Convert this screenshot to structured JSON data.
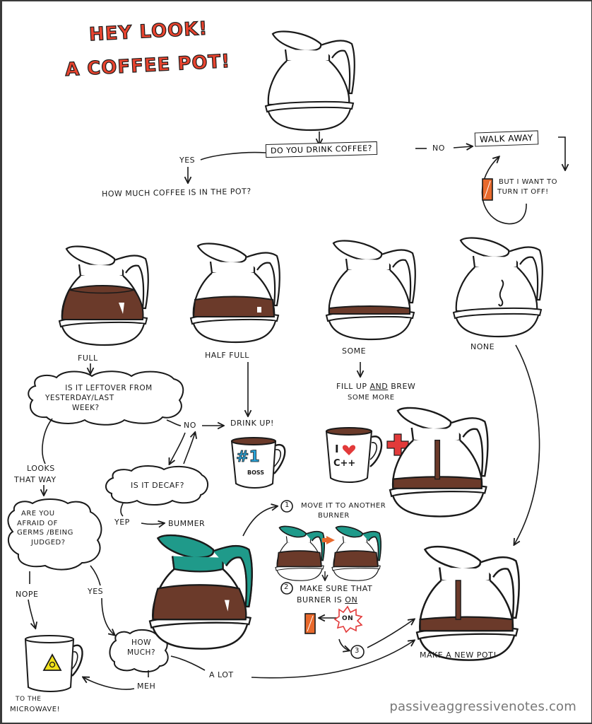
{
  "title": {
    "line1": "Hey Look!",
    "line2": "A Coffee Pot!",
    "color": "#e8442f"
  },
  "start": {
    "question": "Do you drink coffee?",
    "no_label": "No",
    "yes_label": "Yes",
    "walk_away": "Walk away",
    "turn_off_line1": "But I want to",
    "turn_off_line2": "turn it off!",
    "next_question": "How much coffee is in the pot?"
  },
  "levels": [
    {
      "label": "Full"
    },
    {
      "label": "Half full"
    },
    {
      "label": "Some"
    },
    {
      "label": "None"
    }
  ],
  "full_branch": {
    "leftover_q_line1": "Is it leftover from",
    "leftover_q_line2": "yesterday/last",
    "leftover_q_line3": "week?",
    "no_label": "No",
    "drink_up": "Drink up!",
    "mug_number": "#1",
    "mug_text": "Boss",
    "decaf_q": "Is it decaf?",
    "yep_label": "Yep",
    "bummer": "Bummer",
    "looks_line1": "Looks",
    "looks_line2": "that way",
    "germs_line1": "Are you",
    "germs_line2": "afraid of",
    "germs_line3": "germs /being",
    "germs_line4": "judged?",
    "nope_label": "Nope",
    "yes_label": "Yes",
    "how_much_line1": "How",
    "how_much_line2": "much?",
    "meh_label": "Meh",
    "a_lot_label": "A lot",
    "microwave_line1": "To the",
    "microwave_line2": "microwave!"
  },
  "some_branch": {
    "fill_line1_a": "Fill up",
    "fill_line1_and": "and",
    "fill_line1_b": "brew",
    "fill_line2": "some more",
    "mug_line1": "I",
    "mug_line2": "C++"
  },
  "bummer_steps": {
    "step1_num": "1",
    "step1_line1": "Move it to another",
    "step1_line2": "burner",
    "step2_num": "2",
    "step2_line1": "Make sure that",
    "step2_line2_a": "burner is",
    "step2_line2_on": "on",
    "on_badge": "ON",
    "step3_num": "3"
  },
  "end": {
    "make_new_pot": "Make a new pot!"
  },
  "colors": {
    "coffee": "#6b3a2a",
    "teal_decaf": "#1f9a8a",
    "switch_orange": "#e8692c",
    "red_accent": "#e23a3a",
    "number_blue": "#2aa3d8",
    "hazard_yellow": "#f2e21a",
    "ink": "#1a1a1a"
  },
  "watermark": "passiveaggressivenotes.com"
}
